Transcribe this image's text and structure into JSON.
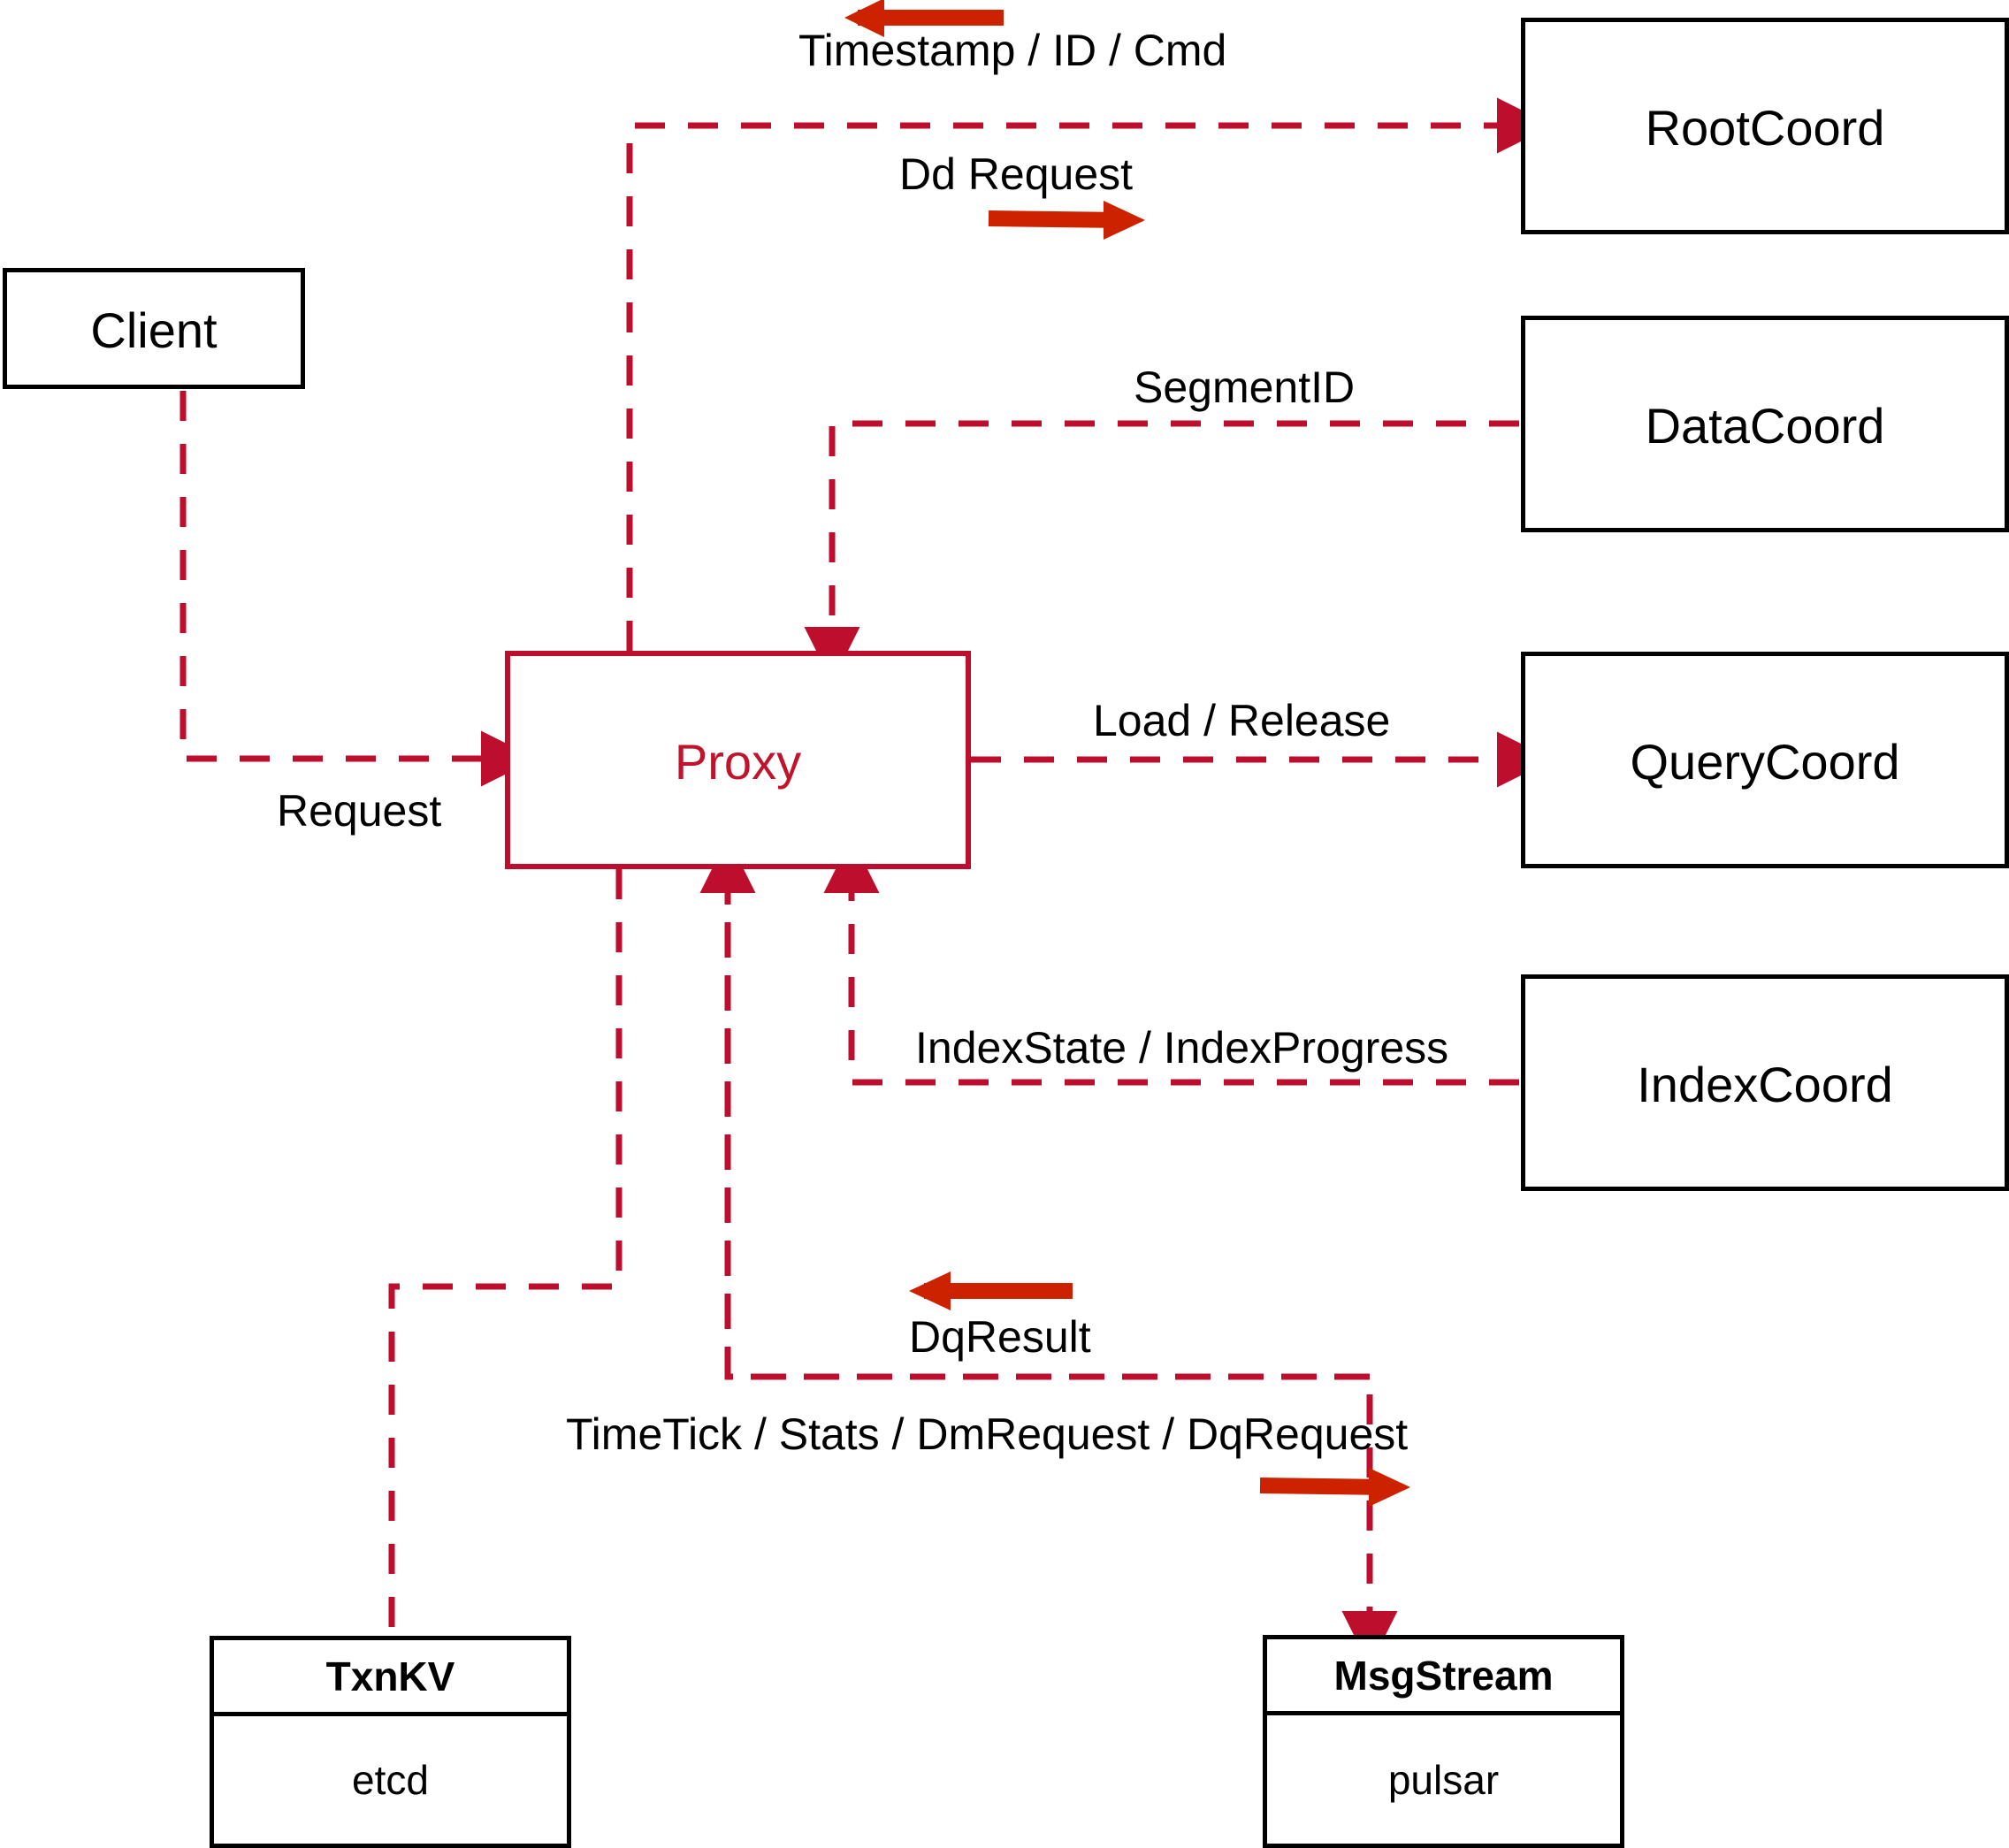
{
  "diagram": {
    "title": "Milvus Proxy interaction diagram",
    "colors": {
      "dash_red": "#bd0f2d",
      "solid_arrow_red": "#cc2200",
      "node_border": "#000000",
      "proxy_border": "#bd0f2d",
      "proxy_text": "#c0142c",
      "background": "#ffffff"
    }
  },
  "nodes": {
    "client": {
      "label": "Client"
    },
    "proxy": {
      "label": "Proxy"
    },
    "rootcoord": {
      "label": "RootCoord"
    },
    "datacoord": {
      "label": "DataCoord"
    },
    "querycoord": {
      "label": "QueryCoord"
    },
    "indexcoord": {
      "label": "IndexCoord"
    },
    "txnkv": {
      "title": "TxnKV",
      "impl": "etcd"
    },
    "msgstream": {
      "title": "MsgStream",
      "impl": "pulsar"
    }
  },
  "edge_labels": {
    "timestamp_id_cmd": "Timestamp / ID / Cmd",
    "dd_request": "Dd Request",
    "segment_id": "SegmentID",
    "request": "Request",
    "load_release": "Load / Release",
    "index_state_progress": "IndexState / IndexProgress",
    "dq_result": "DqResult",
    "timetick_stats": "TimeTick / Stats / DmRequest / DqRequest"
  },
  "flows": [
    {
      "from": "proxy",
      "to": "rootcoord",
      "labels": [
        "Timestamp / ID / Cmd",
        "Dd Request"
      ]
    },
    {
      "from": "datacoord",
      "to": "proxy",
      "labels": [
        "SegmentID"
      ]
    },
    {
      "from": "client",
      "to": "proxy",
      "labels": [
        "Request"
      ]
    },
    {
      "from": "proxy",
      "to": "querycoord",
      "labels": [
        "Load / Release"
      ]
    },
    {
      "from": "indexcoord",
      "to": "proxy",
      "labels": [
        "IndexState / IndexProgress"
      ]
    },
    {
      "from": "msgstream",
      "to": "proxy",
      "labels": [
        "DqResult"
      ]
    },
    {
      "from": "proxy",
      "to": "msgstream",
      "labels": [
        "TimeTick / Stats / DmRequest / DqRequest"
      ]
    },
    {
      "from": "proxy",
      "to": "txnkv",
      "labels": []
    }
  ]
}
